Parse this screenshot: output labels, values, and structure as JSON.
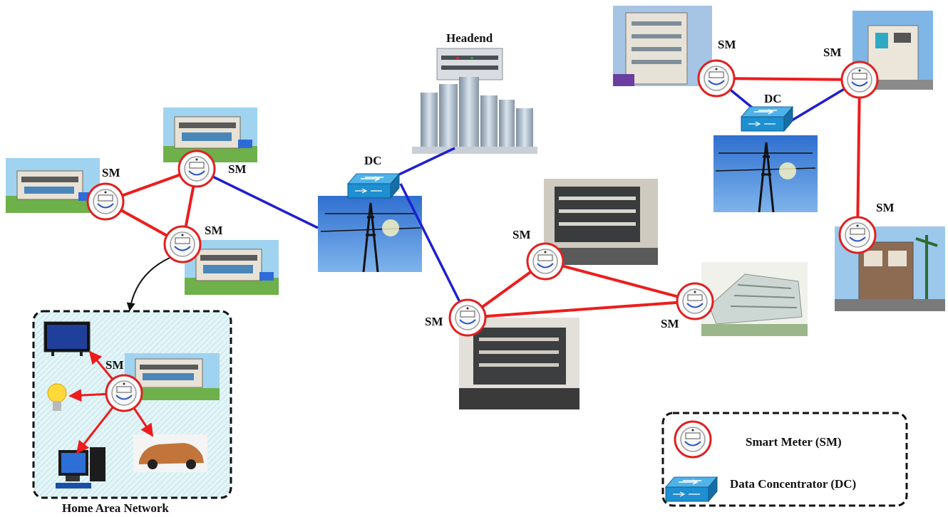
{
  "labels": {
    "headend": "Headend",
    "dc": "DC",
    "sm": "SM",
    "home_area_network": "Home Area Network"
  },
  "legend": {
    "smart_meter": "Smart Meter (SM)",
    "data_concentrator": "Data Concentrator (DC)"
  },
  "colors": {
    "mesh_link": "#ee1c1c",
    "backhaul_link": "#1f1fd0",
    "han_link": "#ee1c1c",
    "dc_device": "#1e8fd0",
    "pylon_sky": "#3a7fd6",
    "han_background": "#d8f0f4"
  }
}
